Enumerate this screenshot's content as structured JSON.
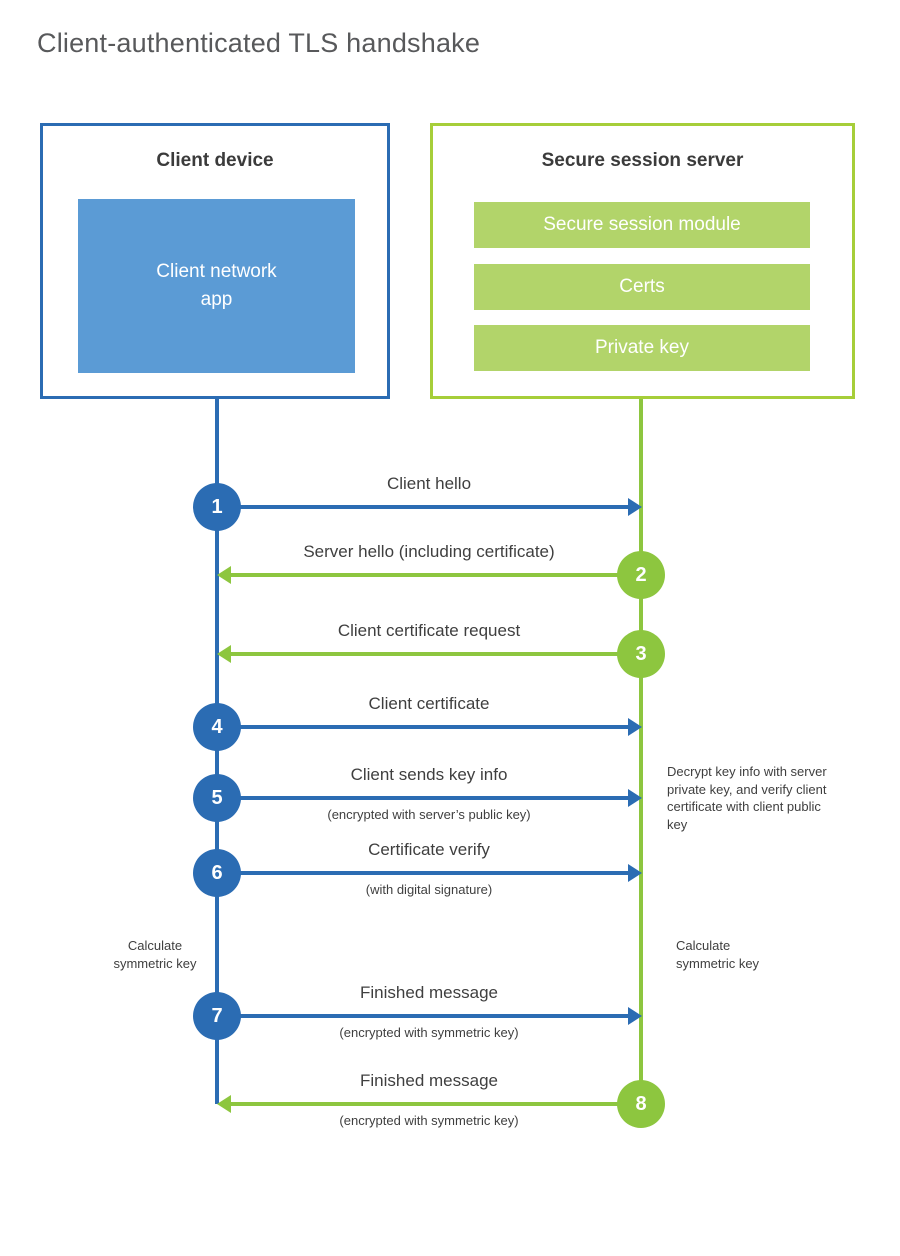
{
  "page_title": "Client-authenticated TLS handshake",
  "colors": {
    "blue": "#2b6cb3",
    "blue_fill": "#5b9bd5",
    "green": "#8dc63f",
    "green_border": "#a6ce39",
    "green_fill": "#b2d46a",
    "text_dark": "#3f3f3f",
    "title_gray": "#58595b"
  },
  "client": {
    "title": "Client device",
    "app_label": "Client network\napp"
  },
  "server": {
    "title": "Secure session server",
    "modules": [
      "Secure session module",
      "Certs",
      "Private key"
    ]
  },
  "steps": [
    {
      "num": "1",
      "label": "Client hello",
      "sub": ""
    },
    {
      "num": "2",
      "label": "Server hello (including certificate)",
      "sub": ""
    },
    {
      "num": "3",
      "label": "Client certificate request",
      "sub": ""
    },
    {
      "num": "4",
      "label": "Client certificate",
      "sub": ""
    },
    {
      "num": "5",
      "label": "Client sends key info",
      "sub": "(encrypted with server’s public key)"
    },
    {
      "num": "6",
      "label": "Certificate verify",
      "sub": "(with digital signature)"
    },
    {
      "num": "7",
      "label": "Finished message",
      "sub": "(encrypted with symmetric key)"
    },
    {
      "num": "8",
      "label": "Finished message",
      "sub": "(encrypted with symmetric key)"
    }
  ],
  "notes": {
    "decrypt": "Decrypt key info with server private key, and verify client certificate with client public key",
    "calc_left": "Calculate\nsymmetric key",
    "calc_right": "Calculate\nsymmetric key"
  }
}
